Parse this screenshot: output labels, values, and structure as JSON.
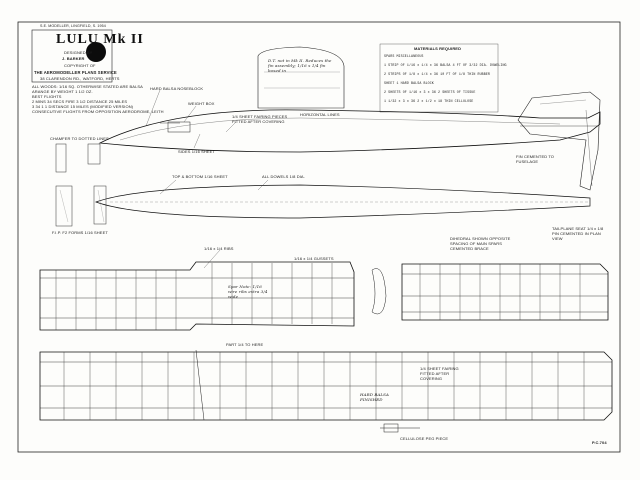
{
  "header": {
    "banner": "S.E. MODELLER, LINGFIELD, S. 1954",
    "title": "LULU Mk II",
    "designed_by_label": "DESIGNED BY",
    "designer": "J. BARKER",
    "copyright_label": "COPYRIGHT OF",
    "publisher": "THE AEROMODELLER PLANS SERVICE",
    "address": "38 CLARENDON RD., WATFORD, HERTS"
  },
  "notes": [
    "ALL WOODS: 1/16 SQ. OTHERWISE STATED ARE BALSA",
    "ARANGE BY WEIGHT 1 1/2 OZ.",
    "BEST FLIGHTS",
    "2 MINS 34 SECS  FIRE 3 1/2 DISTANCE 25 MILES",
    "3  34  1  1  DISTANCE 15 MILES (MODIFIED VERSION)",
    "CONSECUTIVE FLIGHTS FROM OPPOSITION AERODROME, LEITH"
  ],
  "materials": {
    "heading": "MATERIALS REQUIRED",
    "rows": [
      "SPARS             MISCELLANEOUS",
      "1 STRIP OF 1/16 x 1/4 x 36 BALSA     4 FT OF 3/32 DIA. DOWELING",
      "2 STRIPS OF 1/8 x 1/4 x 36           10 FT OF 1/8 THIN RUBBER",
      "SHEET                                1 HARD BALSA BLOCK",
      "2 SHEETS OF 1/16 x 3 x 36            2 SHEETS OF TISSUE",
      "1    1/32 x 3 x 36                   2 x 1/2 x 18 THIN CELLULOSE"
    ]
  },
  "annotations": {
    "hard_balsa_noseblock": "HARD BALSA NOSEBLOCK",
    "weight_box": "WEIGHT BOX",
    "sides": "SIDES 1/16 SHEET",
    "fairing": "1/4 SHEET FAIRING PIECES FITTED AFTER COVERING",
    "fin_ref": "HORIZONTAL LINES",
    "handnote": "D.T. not in Mk II. Reduces the fin assembly; 1/16 x 1/4 fin boxed in",
    "fuse_top": "TOP & BOTTOM 1/16 SHEET",
    "dowels": "ALL DOWELS 1/8 DIA.",
    "chamfer": "CHAMFER TO DOTTED LINES",
    "wing_ribs": "1/16 x 1/4 RIBS",
    "gussets": "1/16 x 1/4 GUSSETS",
    "spar_note": "Spar Note: 1/16 wire ribs extra 3/4 wide",
    "fin_note": "FIN CEMENTED TO FUSELAGE",
    "tailplane_note": "TAILPLANE SEAT 1/4 x 1/8 PIN CEMENTED IN PLAN VIEW",
    "dihedral_note": "DIHEDRAL SHOWN OPPOSITE SPACING OF MAIN SPARS CEMENTED BRACE",
    "part_tail": "PART 1/4 TO HERE",
    "bottom_fairing": "1/4 SHEET FAIRING FITTED AFTER COVERING",
    "cellulose": "CELLULOSE PEG PIECE",
    "balsa_block": "HARD BALSA FINISHED",
    "f_label": "F.I.P. F2 FORMS 1/16 SHEET",
    "fp_label": "F.P.",
    "ref_num": "P.C.704"
  },
  "colors": {
    "ink": "#1a1a1a",
    "paper": "#fdfdfb",
    "logo": "#0c0c0c"
  }
}
